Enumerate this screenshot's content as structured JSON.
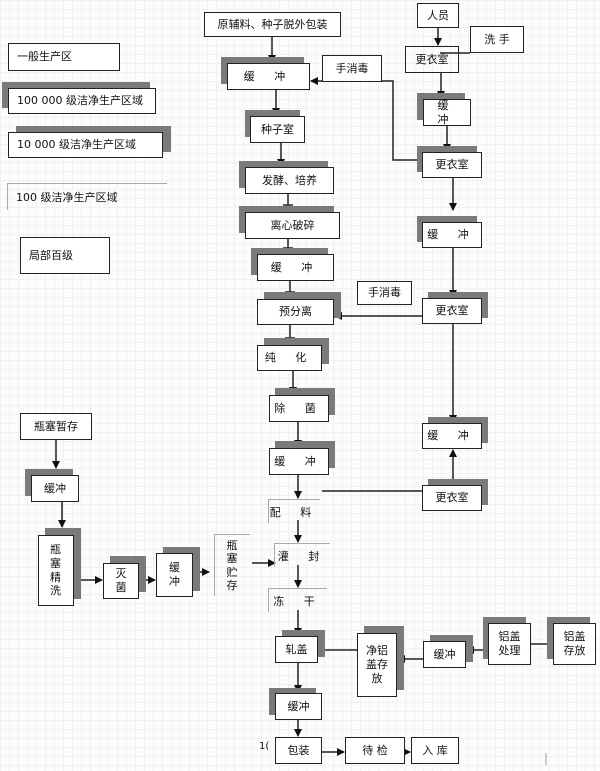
{
  "legend": {
    "general": "一般生产区",
    "class_100000": "100 000 级洁净生产区域",
    "class_10000": "10 000 级洁净生产区域",
    "class_100": "100 级洁净生产区域",
    "local_100": "局部百级"
  },
  "main": {
    "unpack": "原辅料、种子脱外包装",
    "buffer1": "缓 冲",
    "hand_disinfect1": "手消毒",
    "seed_room": "种子室",
    "ferment": "发酵、培养",
    "centrifuge": "离心破碎",
    "buffer2": "缓 冲",
    "pre_separate": "预分离",
    "purify": "纯 化",
    "sterilize_filter": "除 菌",
    "buffer3": "缓 冲",
    "mixing": "配 料",
    "filling": "灌 封",
    "freeze_dry": "冻 干",
    "capping": "轧盖",
    "buffer4": "缓冲",
    "packing": "包装",
    "inspection": "待 检",
    "warehouse": "入 库",
    "stray_mark": "1("
  },
  "personnel": {
    "staff": "人员",
    "wash_hands": "洗 手",
    "changing1": "更衣室",
    "buffer1": "缓 冲",
    "changing2": "更衣室",
    "buffer2": "缓 冲",
    "hand_disinfect2": "手消毒",
    "changing3": "更衣室",
    "buffer3": "缓 冲",
    "changing4": "更衣室"
  },
  "stopper": {
    "temp_store": "瓶塞暂存",
    "buffer": "缓冲",
    "fine_wash": "瓶塞精洗",
    "sterilize": "灭菌",
    "buffer2": "缓冲",
    "store": "瓶塞贮存"
  },
  "aluminum_cap": {
    "clean_store": "净铝盖存放",
    "buffer": "缓冲",
    "process": "铝盖处理",
    "store": "铝盖存放"
  }
}
